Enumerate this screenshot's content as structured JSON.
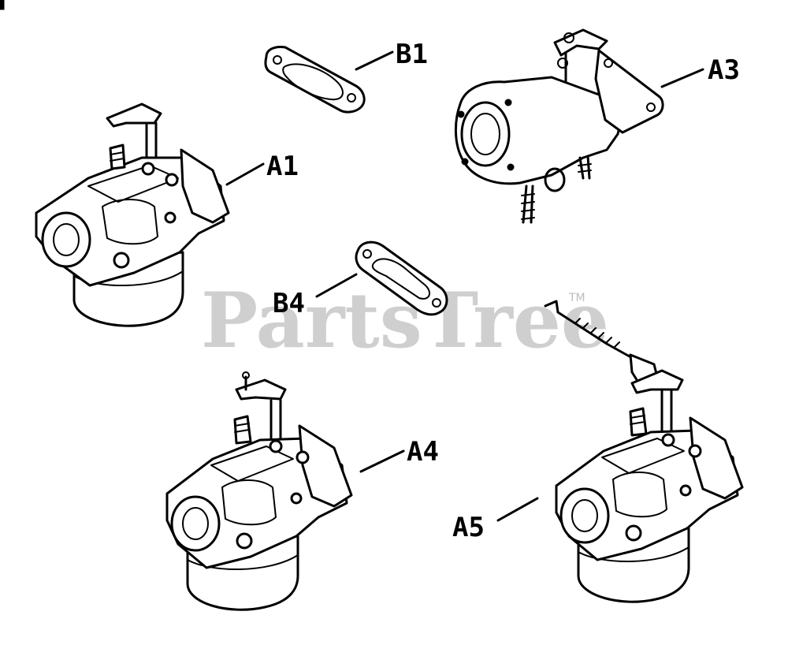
{
  "watermark": {
    "text": "PartsTree",
    "trademark": "TM"
  },
  "callouts": {
    "b1": "B1",
    "a3": "A3",
    "a1": "A1",
    "b4": "B4",
    "a4": "A4",
    "a5": "A5"
  }
}
